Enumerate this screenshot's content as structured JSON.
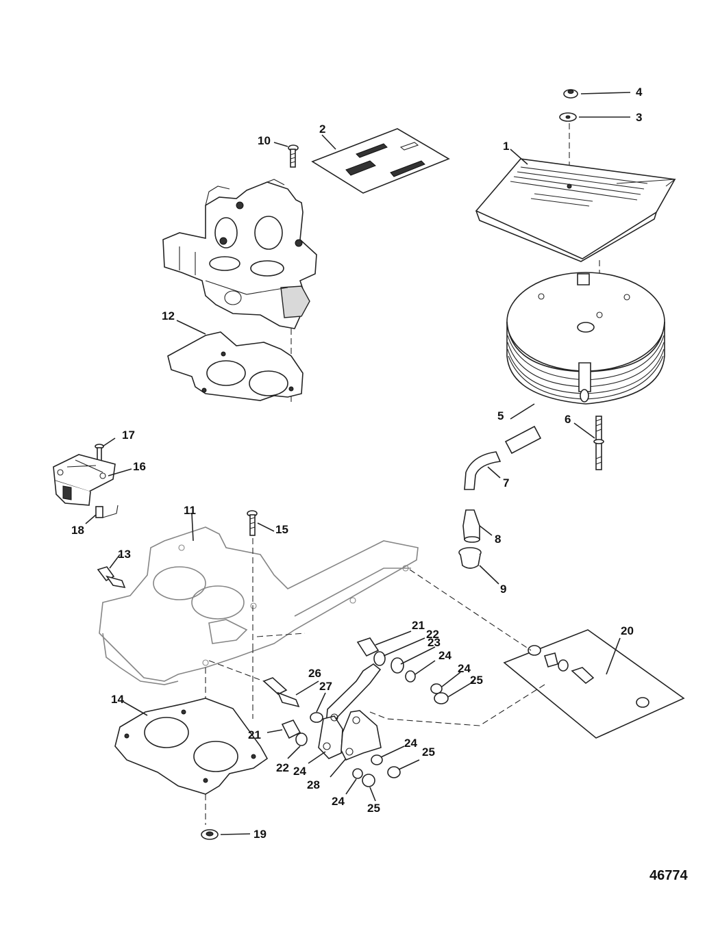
{
  "diagram_id": "46774",
  "callouts": [
    {
      "id": "c1",
      "text": "1"
    },
    {
      "id": "c2",
      "text": "2"
    },
    {
      "id": "c3",
      "text": "3"
    },
    {
      "id": "c4",
      "text": "4"
    },
    {
      "id": "c5",
      "text": "5"
    },
    {
      "id": "c6",
      "text": "6"
    },
    {
      "id": "c7",
      "text": "7"
    },
    {
      "id": "c8",
      "text": "8"
    },
    {
      "id": "c9",
      "text": "9"
    },
    {
      "id": "c10",
      "text": "10"
    },
    {
      "id": "c11",
      "text": "11"
    },
    {
      "id": "c12",
      "text": "12"
    },
    {
      "id": "c13",
      "text": "13"
    },
    {
      "id": "c14",
      "text": "14"
    },
    {
      "id": "c15",
      "text": "15"
    },
    {
      "id": "c16",
      "text": "16"
    },
    {
      "id": "c17",
      "text": "17"
    },
    {
      "id": "c18",
      "text": "18"
    },
    {
      "id": "c19",
      "text": "19"
    },
    {
      "id": "c20",
      "text": "20"
    },
    {
      "id": "c21a",
      "text": "21"
    },
    {
      "id": "c22a",
      "text": "22"
    },
    {
      "id": "c23",
      "text": "23"
    },
    {
      "id": "c24a",
      "text": "24"
    },
    {
      "id": "c24b",
      "text": "24"
    },
    {
      "id": "c25a",
      "text": "25"
    },
    {
      "id": "c26",
      "text": "26"
    },
    {
      "id": "c27",
      "text": "27"
    },
    {
      "id": "c21b",
      "text": "21"
    },
    {
      "id": "c22b",
      "text": "22"
    },
    {
      "id": "c24c",
      "text": "24"
    },
    {
      "id": "c24d",
      "text": "24"
    },
    {
      "id": "c25b",
      "text": "25"
    },
    {
      "id": "c28",
      "text": "28"
    },
    {
      "id": "c24e",
      "text": "24"
    },
    {
      "id": "c25c",
      "text": "25"
    }
  ]
}
